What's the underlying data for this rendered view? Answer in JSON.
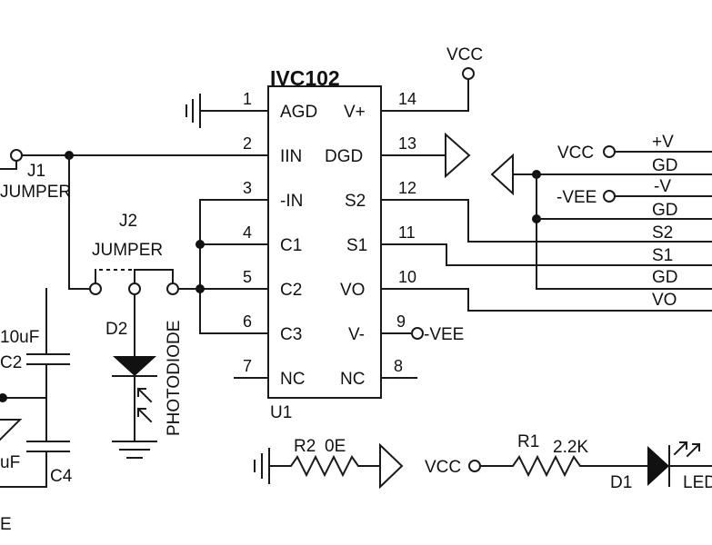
{
  "ic": {
    "title": "IVC102",
    "ref": "U1",
    "left_pins": [
      {
        "num": "1",
        "name": "AGD"
      },
      {
        "num": "2",
        "name": "IIN"
      },
      {
        "num": "3",
        "name": "-IN"
      },
      {
        "num": "4",
        "name": "C1"
      },
      {
        "num": "5",
        "name": "C2"
      },
      {
        "num": "6",
        "name": "C3"
      },
      {
        "num": "7",
        "name": "NC"
      }
    ],
    "right_pins": [
      {
        "num": "14",
        "name": "V+"
      },
      {
        "num": "13",
        "name": "DGD"
      },
      {
        "num": "12",
        "name": "S2"
      },
      {
        "num": "11",
        "name": "S1"
      },
      {
        "num": "10",
        "name": "VO"
      },
      {
        "num": "9",
        "name": "V-"
      },
      {
        "num": "8",
        "name": "NC"
      }
    ]
  },
  "labels": {
    "vcc_top": "VCC",
    "vee_pin9": "-VEE",
    "j1": "J1",
    "jumper_cut": "JUMPER",
    "j2": "J2",
    "jumper2": "JUMPER",
    "d2": "D2",
    "photodiode": "PHOTODIODE",
    "cap_10uf": "10uF",
    "c2": "C2",
    "cap_uf": "uF",
    "c4": "C4",
    "bottom_left_e": "E",
    "r2": "R2",
    "r2_value": "0E",
    "vcc_r1": "VCC",
    "r1": "R1",
    "r1_value": "2.2K",
    "d1": "D1",
    "led": "LED",
    "vcc_conn": "VCC",
    "vee_conn": "-VEE"
  },
  "connector": {
    "signals": [
      "+V",
      "GD",
      "-V",
      "GD",
      "S2",
      "S1",
      "GD",
      "VO"
    ]
  }
}
